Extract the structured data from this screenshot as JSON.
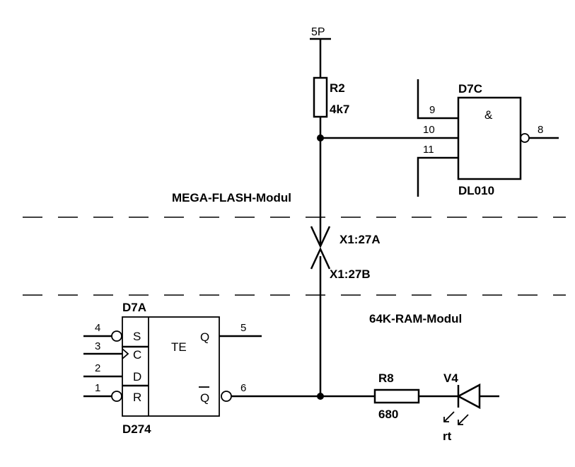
{
  "supply": {
    "label": "5P"
  },
  "r2": {
    "name": "R2",
    "value": "4k7"
  },
  "d7c": {
    "name": "D7C",
    "symbol": "&",
    "part": "DL010",
    "pins": [
      "9",
      "10",
      "11",
      "8"
    ]
  },
  "boundaries": {
    "upper_module": "MEGA-FLASH-Modul",
    "lower_module": "64K-RAM-Modul"
  },
  "connector": {
    "pin_a": "X1:27A",
    "pin_b": "X1:27B"
  },
  "d7a": {
    "name": "D7A",
    "part": "D274",
    "function": "TE",
    "inputs": [
      {
        "num": "4",
        "label": "S"
      },
      {
        "num": "3",
        "label": "C"
      },
      {
        "num": "2",
        "label": "D"
      },
      {
        "num": "1",
        "label": "R"
      }
    ],
    "outputs": [
      {
        "num": "5",
        "label": "Q"
      },
      {
        "num": "6",
        "label": "Q"
      }
    ]
  },
  "r8": {
    "name": "R8",
    "value": "680"
  },
  "v4": {
    "name": "V4",
    "color": "rt"
  }
}
